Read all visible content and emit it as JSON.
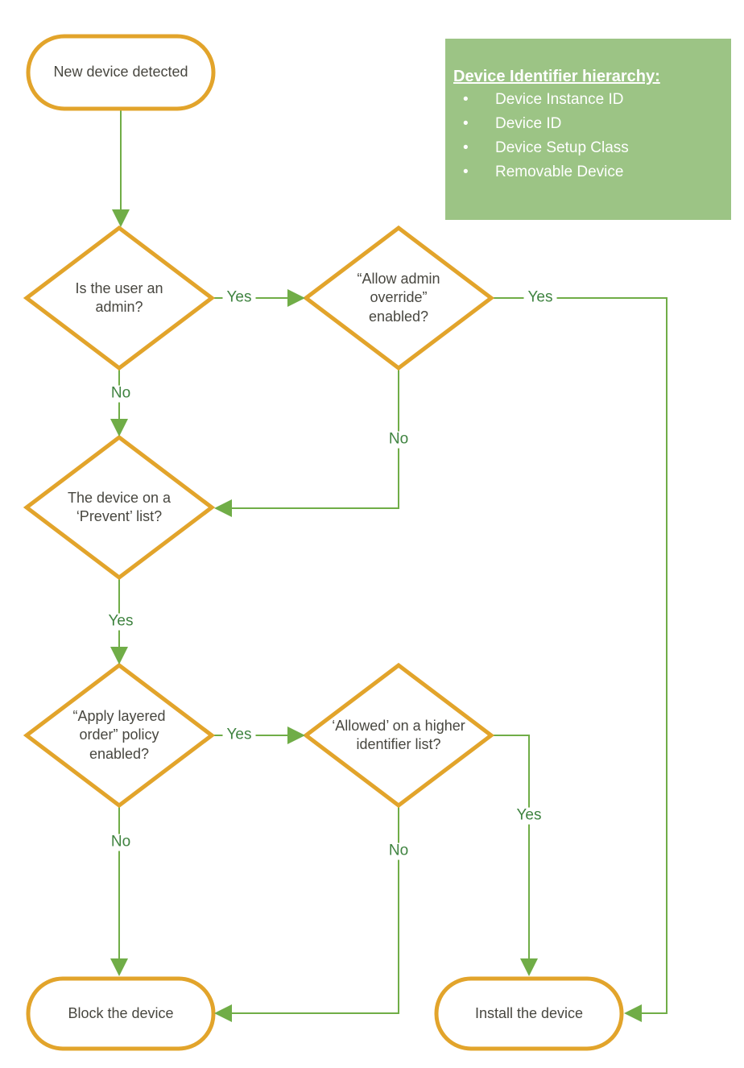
{
  "palette": {
    "shape_border": "#E2A42B",
    "shape_fill": "#FFFFFF",
    "connector_green": "#70AD47",
    "edge_label_green": "#3F8340",
    "node_text": "#484740",
    "legend_background": "#9CC485",
    "legend_text": "#FFFFFF"
  },
  "nodes": {
    "start": {
      "label": "New device detected"
    },
    "admin_check": {
      "label": "Is the user an admin?"
    },
    "admin_override": {
      "label": "“Allow admin override” enabled?"
    },
    "prevent_list": {
      "label": "The device on a ‘Prevent’ list?"
    },
    "layered_order": {
      "label": "“Apply layered order” policy enabled?"
    },
    "higher_identifier": {
      "label": "‘Allowed’ on a higher identifier list?"
    },
    "block": {
      "label": "Block the device"
    },
    "install": {
      "label": "Install the device"
    }
  },
  "legend": {
    "title": "Device Identifier hierarchy:",
    "items": [
      "Device Instance ID",
      "Device ID",
      "Device Setup Class",
      "Removable Device"
    ]
  },
  "edge_labels": {
    "admin_yes": "Yes",
    "admin_no": "No",
    "override_yes": "Yes",
    "override_no": "No",
    "prevent_yes": "Yes",
    "layered_yes": "Yes",
    "layered_no": "No",
    "higher_yes": "Yes",
    "higher_no": "No"
  }
}
